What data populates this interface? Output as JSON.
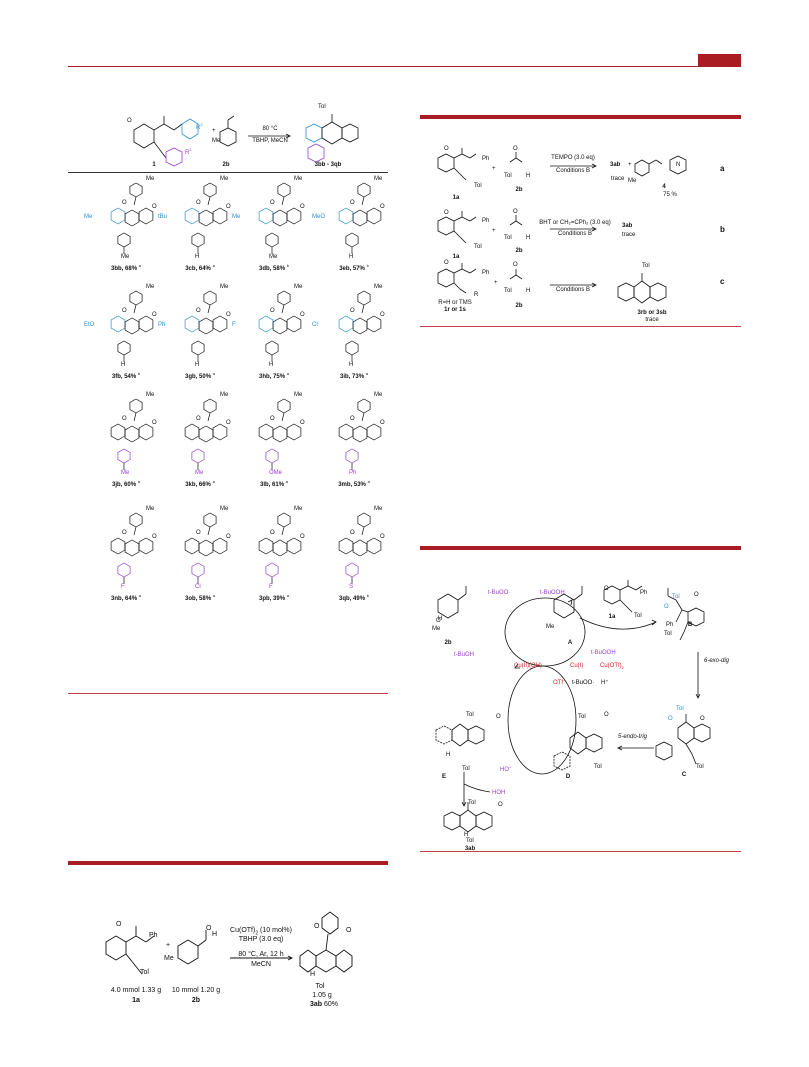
{
  "scope": {
    "top_scheme": {
      "cond_top": "80 °C",
      "cond_bottom": "TBHP, MeCN",
      "label_1": "1",
      "label_2b": "2b",
      "label_prod": "3bb - 3qb",
      "r1": "R",
      "r1_sup": "1",
      "r2": "R",
      "r2_sup": "2",
      "tol": "Tol",
      "me": "Me",
      "plus": "+"
    },
    "entries": [
      {
        "code": "3bb",
        "yield": "68%",
        "note": "a",
        "sub": "Me",
        "sub2": "Me",
        "color": "blue"
      },
      {
        "code": "3cb",
        "yield": "64%",
        "note": "a",
        "sub": "tBu",
        "sub2": "H",
        "color": "blue"
      },
      {
        "code": "3db",
        "yield": "58%",
        "note": "b",
        "sub": "Me",
        "sub2": "Me",
        "color": "blue"
      },
      {
        "code": "3eb",
        "yield": "57%",
        "note": "b",
        "sub": "MeO",
        "sub2": "H",
        "color": "blue"
      },
      {
        "code": "3fb",
        "yield": "54%",
        "note": "b",
        "sub": "EtO",
        "sub2": "H",
        "color": "blue"
      },
      {
        "code": "3gb",
        "yield": "50%",
        "note": "a",
        "sub": "Ph",
        "sub2": "H",
        "color": "blue"
      },
      {
        "code": "3hb",
        "yield": "75%",
        "note": "a",
        "sub": "F",
        "sub2": "H",
        "color": "blue"
      },
      {
        "code": "3ib",
        "yield": "73%",
        "note": "a",
        "sub": "Cl",
        "sub2": "H",
        "color": "blue"
      },
      {
        "code": "3jb",
        "yield": "60%",
        "note": "a",
        "sub": "",
        "sub2": "Me",
        "color": "purple"
      },
      {
        "code": "3kb",
        "yield": "66%",
        "note": "a",
        "sub": "",
        "sub2": "Me",
        "color": "purple"
      },
      {
        "code": "3lb",
        "yield": "61%",
        "note": "a",
        "sub": "",
        "sub2": "OMe",
        "color": "purple"
      },
      {
        "code": "3mb",
        "yield": "53%",
        "note": "a",
        "sub": "",
        "sub2": "Ph",
        "color": "purple"
      },
      {
        "code": "3nb",
        "yield": "64%",
        "note": "a",
        "sub": "",
        "sub2": "F",
        "color": "purple"
      },
      {
        "code": "3ob",
        "yield": "58%",
        "note": "a",
        "sub": "",
        "sub2": "Cl",
        "color": "purple"
      },
      {
        "code": "3pb",
        "yield": "39%",
        "note": "a",
        "sub": "",
        "sub2": "F",
        "color": "purple"
      },
      {
        "code": "3qb",
        "yield": "49%",
        "note": "b",
        "sub": "",
        "sub2": "S",
        "color": "purple"
      }
    ],
    "common": {
      "carbonyl_o": "O",
      "top_me": "Me"
    }
  },
  "control": {
    "row_a": {
      "l1": "1a",
      "l2": "2b",
      "tol": "Tol",
      "ph": "Ph",
      "o": "O",
      "h": "H",
      "cond1": "TEMPO (3.0 eq)",
      "cond2": "Conditions B",
      "prod": "3ab",
      "trace": "trace",
      "plus": "+",
      "l4": "4",
      "y4": "75 %",
      "n": "N",
      "me": "Me",
      "label": "a"
    },
    "row_b": {
      "l1": "1a",
      "l2": "2b",
      "tol": "Tol",
      "ph": "Ph",
      "o": "O",
      "h": "H",
      "cond1": "BHT or CH₂=CPh₂ (3.0 eq)",
      "cond2": "Conditions B",
      "prod": "3ab",
      "trace": "trace",
      "plus": "+",
      "label": "b"
    },
    "row_c": {
      "r": "R",
      "rline": "R=H or TMS",
      "l1": "1r or 1s",
      "l2": "2b",
      "tol": "Tol",
      "ph": "Ph",
      "o": "O",
      "h": "H",
      "cond": "Conditions B",
      "prod": "3rb or 3sb",
      "trace": "trace",
      "plus": "+",
      "label": "c"
    }
  },
  "mechanism": {
    "tbuoo_top": "t-BuOO·",
    "tbuooh_top": "t-BuOOH",
    "l2b": "2b",
    "tbuoh": "t-BuOH",
    "cu2": "Cu(II)(OH)",
    "cu1": "Cu(I)",
    "cuotf": "Cu(OTf)",
    "cuotf_sub": "2",
    "tbuooh_r": "t-BuOOH",
    "lA": "A",
    "otf": "OTf⁻",
    "tbuoo2": "t-BuOO·",
    "hplus": "H⁺",
    "l1a": "1a",
    "lB": "B",
    "exo": "6-exo-dig",
    "endo": "5-endo-trig",
    "lC": "C",
    "lD": "D",
    "lE": "E",
    "ho": "HO⁻",
    "hoh": "HOH",
    "l3ab": "3ab",
    "tol": "Tol",
    "ph": "Ph",
    "me": "Me",
    "o": "O",
    "h": "H"
  },
  "gram": {
    "cat": "Cu(OTf)",
    "cat_sub": "2",
    "cat_tail": " (10 mol%)",
    "ox": "TBHP (3.0 eq)",
    "cond": "80 °C, Ar, 12 h",
    "solv": "MeCN",
    "amt1": "4.0 mmol 1.33 g",
    "l1": "1a",
    "amt2": "10 mmol 1.20 g",
    "l2": "2b",
    "prod_amt": "1.05 g",
    "prod": "3ab",
    "prod_yield": "60%",
    "tol": "Tol",
    "ph": "Ph",
    "me": "Me",
    "o": "O",
    "h": "H",
    "plus": "+"
  },
  "colors": {
    "accent": "#a81c22",
    "blue": "#2a8fd6",
    "purple": "#9b3fd0",
    "red": "#dd2222"
  }
}
